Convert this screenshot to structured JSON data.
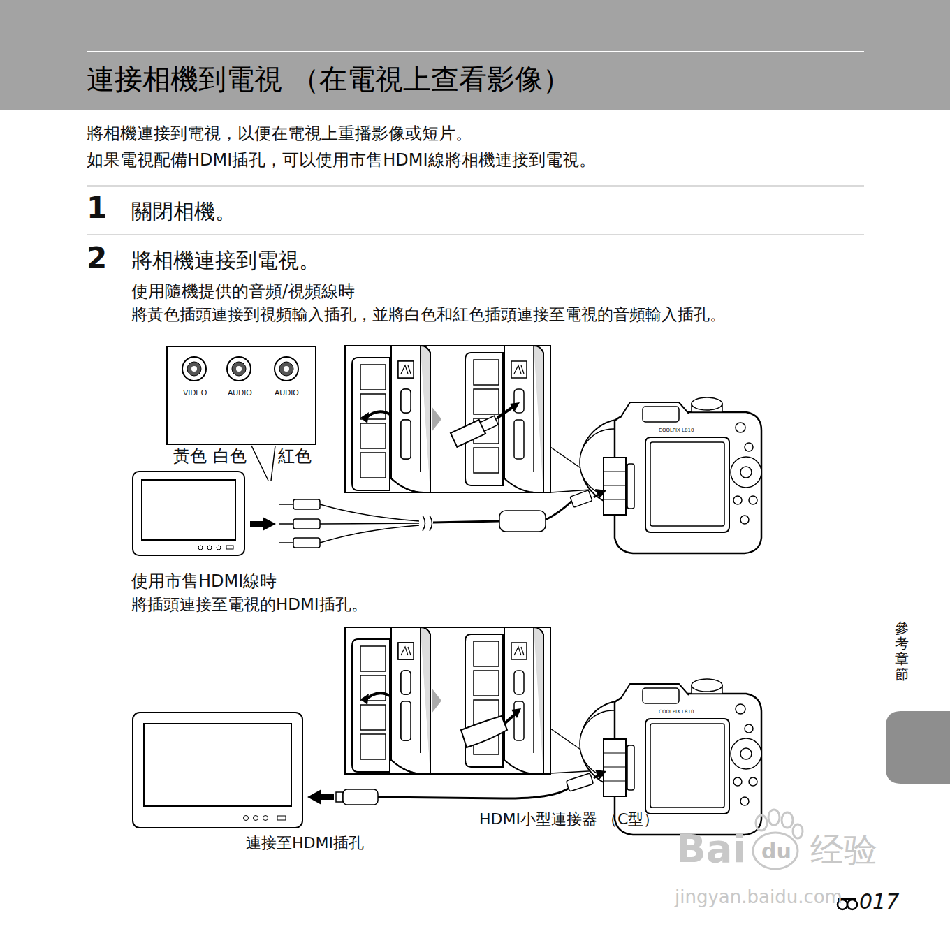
{
  "diagram": {
    "title": "連接相機到電視 （在電視上查看影像）",
    "nodes": [
      {
        "text": [
          "VIDEO",
          "AUDIO",
          "AUDIO"
        ]
      }
    ],
    "labels": [
      "將相機連接到電視，以便在電視上重播影像或短片。",
      "如果電視配備HDMI插孔，可以使用市售HDMI線將相機連接到電視。",
      "1",
      "關閉相機。",
      "2",
      "將相機連接到電視。",
      "使用隨機提供的音頻/視頻線時",
      "將黃色插頭連接到視頻輸入插孔，並將白色和紅色插頭連接至電視的音頻輸入插孔。",
      "黃色",
      "白色",
      "紅色",
      "COOLPIX L810",
      "使用市售HDMI線時",
      "將插頭連接至電視的HDMI插孔。",
      "COOLPIX L810",
      "HDMI小型連接器 （C型）",
      "連接至HDMI插孔",
      "參考章節",
      "Bai",
      "du",
      "经验",
      "jingyan.baidu.com",
      "017"
    ]
  }
}
